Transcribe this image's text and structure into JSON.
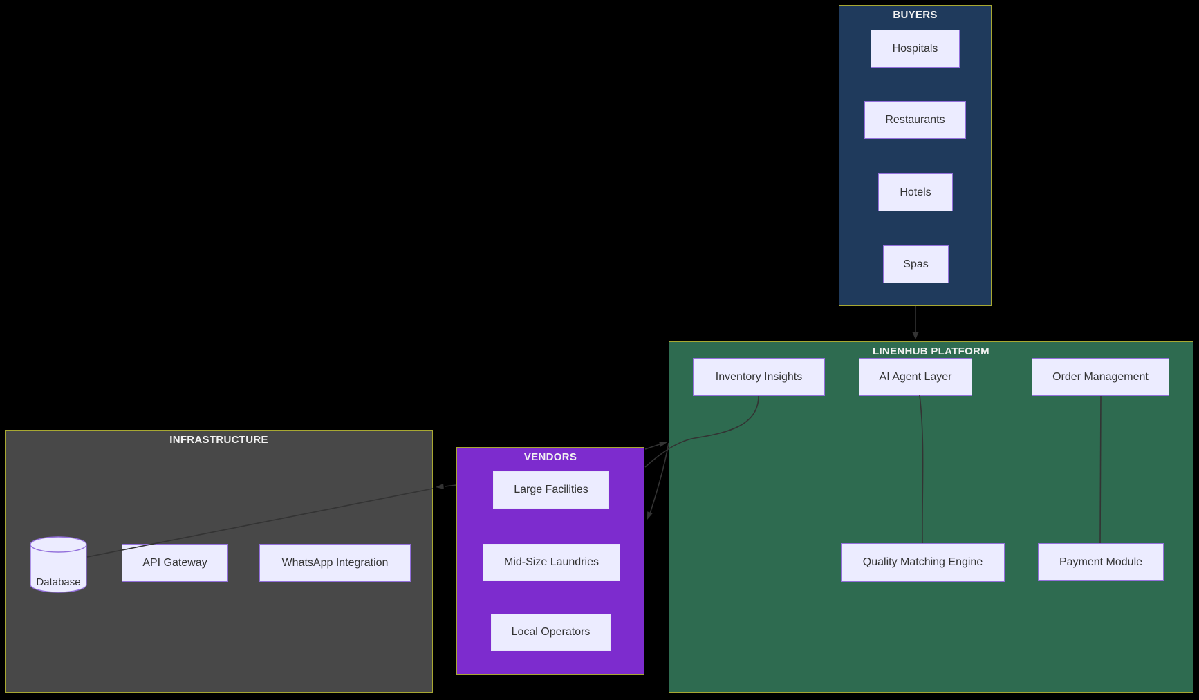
{
  "diagram": {
    "type": "flowchart",
    "clusters": {
      "buyers": {
        "title": "BUYERS",
        "nodes": [
          {
            "label": "Hospitals"
          },
          {
            "label": "Restaurants"
          },
          {
            "label": "Hotels"
          },
          {
            "label": "Spas"
          }
        ]
      },
      "platform": {
        "title": "LINENHUB PLATFORM",
        "nodes": [
          {
            "label": "Inventory Insights"
          },
          {
            "label": "AI Agent Layer"
          },
          {
            "label": "Order Management"
          },
          {
            "label": "Quality Matching Engine"
          },
          {
            "label": "Payment Module"
          }
        ]
      },
      "vendors": {
        "title": "VENDORS",
        "nodes": [
          {
            "label": "Large Facilities"
          },
          {
            "label": "Mid-Size Laundries"
          },
          {
            "label": "Local Operators"
          }
        ]
      },
      "infrastructure": {
        "title": "INFRASTRUCTURE",
        "nodes": [
          {
            "label": "Database",
            "shape": "cylinder"
          },
          {
            "label": "API Gateway"
          },
          {
            "label": "WhatsApp Integration"
          }
        ]
      }
    },
    "edges": [
      {
        "from": "BUYERS",
        "to": "LINENHUB PLATFORM",
        "arrow": true
      },
      {
        "from": "VENDORS",
        "to": "LINENHUB PLATFORM",
        "arrow": true
      },
      {
        "from": "LINENHUB PLATFORM",
        "to": "VENDORS",
        "arrow": true
      },
      {
        "from": "Inventory Insights",
        "to": "INFRASTRUCTURE",
        "arrow": true
      },
      {
        "from": "Inventory Insights",
        "to": "Database",
        "arrow": false
      },
      {
        "from": "AI Agent Layer",
        "to": "Quality Matching Engine",
        "arrow": false
      },
      {
        "from": "Order Management",
        "to": "Payment Module",
        "arrow": false
      }
    ],
    "colors": {
      "buyers_fill": "#1f3a5c",
      "vendors_fill": "#7d2cce",
      "platform_fill": "#2e6b50",
      "infra_fill": "#484848",
      "cluster_border": "#a8a832",
      "node_fill": "#ececff",
      "node_border": "#9370db",
      "vendor_node_border": "#e6e6fa",
      "edge_color": "#333333",
      "title_color": "#f2f2f2",
      "node_text": "#333333",
      "bg": "#000000"
    }
  }
}
